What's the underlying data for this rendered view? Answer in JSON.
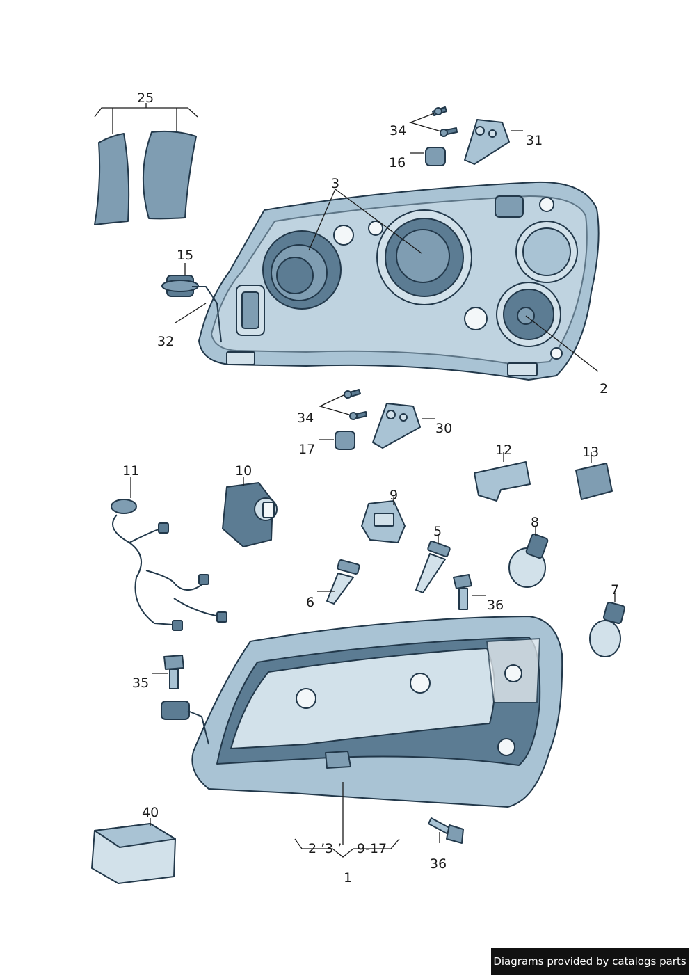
{
  "callouts": {
    "c25": "25",
    "c34a": "34",
    "c31": "31",
    "c16": "16",
    "c3": "3",
    "c15": "15",
    "c32": "32",
    "c2": "2",
    "c34b": "34",
    "c30": "30",
    "c17": "17",
    "c12": "12",
    "c13": "13",
    "c11": "11",
    "c10": "10",
    "c9": "9",
    "c5": "5",
    "c8": "8",
    "c6": "6",
    "c36a": "36",
    "c7": "7",
    "c35": "35",
    "c40": "40",
    "c1_range_a": "2 ’3 ’",
    "c1_range_b": "9-17",
    "c1": "1",
    "c36b": "36"
  },
  "footer": {
    "credit": "Diagrams provided by catalogs parts"
  },
  "colors": {
    "part_fill": "#a9c3d4",
    "part_dark": "#5c7c93",
    "outline": "#22384a",
    "footer_bg": "#111111"
  }
}
